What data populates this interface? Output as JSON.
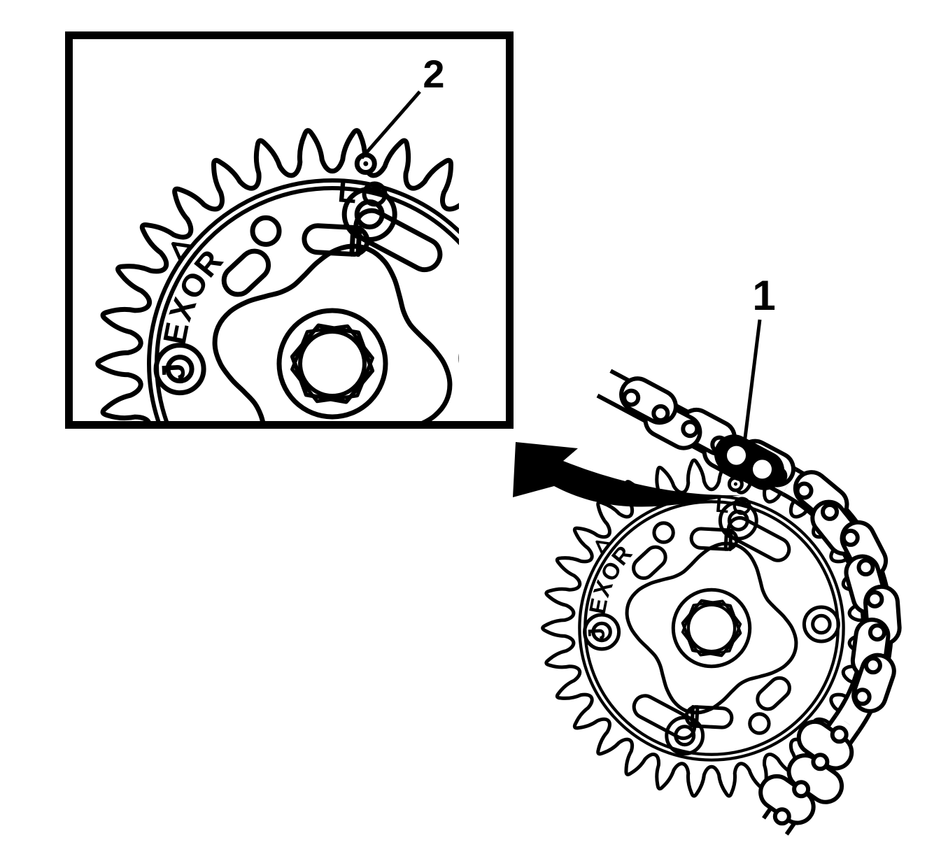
{
  "figure": {
    "callouts": [
      {
        "number": "1"
      },
      {
        "number": "2"
      }
    ],
    "sprocket_markings": {
      "rim_letters": [
        "J",
        "E",
        "X",
        "O",
        "R"
      ],
      "top_letter": "L"
    },
    "colors": {
      "ink": "#000000",
      "background": "#ffffff"
    }
  }
}
